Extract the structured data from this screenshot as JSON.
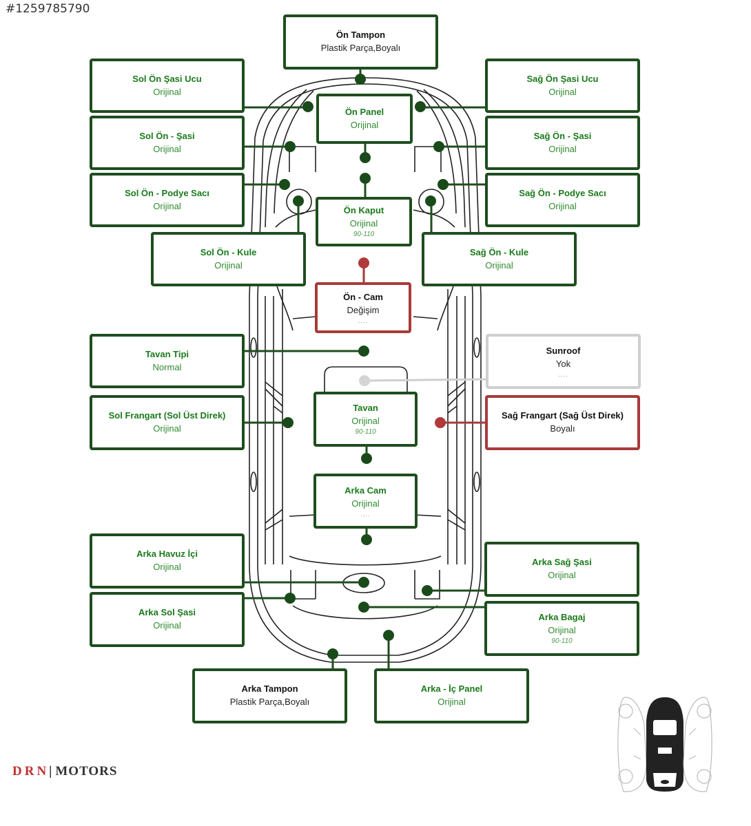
{
  "listing_id": "#1259785790",
  "colors": {
    "original": "#1f4d1f",
    "original_text": "#1a7a1a",
    "changed": "#a83a3a",
    "none": "#cfcfcf"
  },
  "parts": {
    "on_tampon": {
      "title": "Ön Tampon",
      "status": "Plastik Parça,Boyalı"
    },
    "sol_on_sasi_ucu": {
      "title": "Sol Ön Şasi Ucu",
      "status": "Orijinal"
    },
    "sag_on_sasi_ucu": {
      "title": "Sağ Ön Şasi Ucu",
      "status": "Orijinal"
    },
    "on_panel": {
      "title": "Ön Panel",
      "status": "Orijinal"
    },
    "sol_on_sasi": {
      "title": "Sol Ön - Şasi",
      "status": "Orijinal"
    },
    "sag_on_sasi": {
      "title": "Sağ Ön - Şasi",
      "status": "Orijinal"
    },
    "sol_on_podye": {
      "title": "Sol Ön - Podye Sacı",
      "status": "Orijinal"
    },
    "sag_on_podye": {
      "title": "Sağ Ön - Podye Sacı",
      "status": "Orijinal"
    },
    "on_kaput": {
      "title": "Ön Kaput",
      "status": "Orijinal",
      "thickness": "90-110"
    },
    "sol_on_kule": {
      "title": "Sol Ön - Kule",
      "status": "Orijinal"
    },
    "sag_on_kule": {
      "title": "Sağ Ön - Kule",
      "status": "Orijinal"
    },
    "on_cam": {
      "title": "Ön - Cam",
      "status": "Değişim",
      "note": "...."
    },
    "tavan_tipi": {
      "title": "Tavan Tipi",
      "status": "Normal"
    },
    "sunroof": {
      "title": "Sunroof",
      "status": "Yok",
      "note": "...."
    },
    "sol_frangart": {
      "title": "Sol Frangart (Sol Üst Direk)",
      "status": "Orijinal"
    },
    "tavan": {
      "title": "Tavan",
      "status": "Orijinal",
      "thickness": "90-110"
    },
    "sag_frangart": {
      "title": "Sağ Frangart (Sağ Üst Direk)",
      "status": "Boyalı"
    },
    "arka_cam": {
      "title": "Arka Cam",
      "status": "Orijinal",
      "note": "...."
    },
    "arka_havuz_ici": {
      "title": "Arka Havuz İçi",
      "status": "Orijinal"
    },
    "arka_sag_sasi": {
      "title": "Arka Sağ Şasi",
      "status": "Orijinal"
    },
    "arka_sol_sasi": {
      "title": "Arka Sol Şasi",
      "status": "Orijinal"
    },
    "arka_bagaj": {
      "title": "Arka Bagaj",
      "status": "Orijinal",
      "thickness": "90-110"
    },
    "arka_tampon": {
      "title": "Arka Tampon",
      "status": "Plastik Parça,Boyalı"
    },
    "arka_ic_panel": {
      "title": "Arka - İç Panel",
      "status": "Orijinal"
    }
  },
  "brand": {
    "part1": "DRN",
    "separator": "|",
    "part2": "MOTORS"
  },
  "view_selector": {
    "active": "top-view",
    "options": [
      "left-side-view",
      "top-view",
      "right-side-view"
    ]
  }
}
